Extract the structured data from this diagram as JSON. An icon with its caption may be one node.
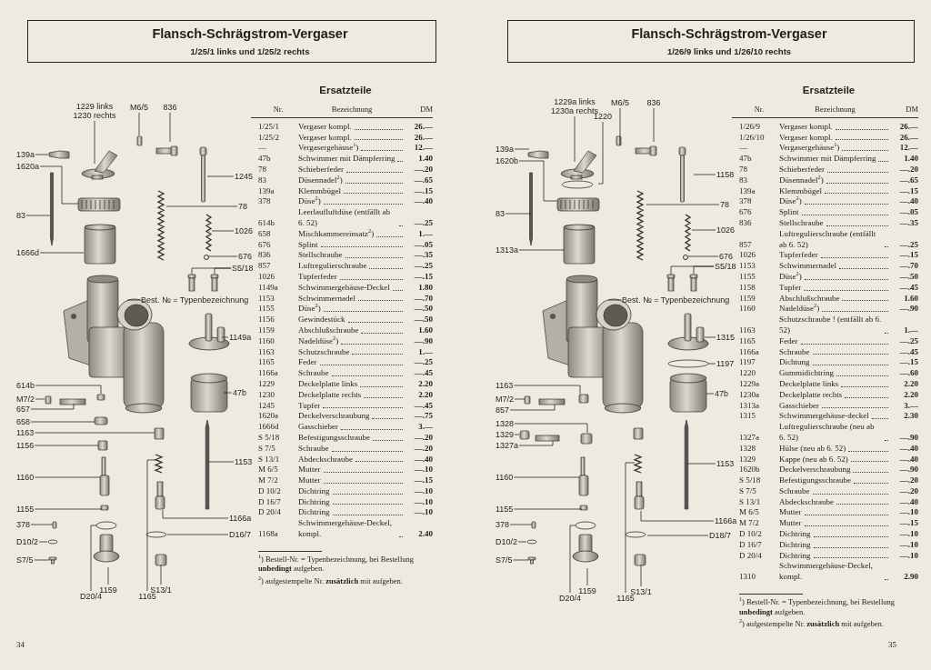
{
  "diagram": {
    "nodes": [
      {
        "text": [
          "Flansch-Schrägstrom-Vergaser",
          "1/25/1 links und 1/25/2 rechts"
        ]
      },
      {
        "text": [
          "Flansch-Schrägstrom-Vergaser",
          "1/26/9 links und 1/26/10 rechts"
        ]
      },
      {
        "text": [
          "1229 links 1230 rechts"
        ]
      },
      {
        "text": [
          "M6/5"
        ]
      },
      {
        "text": [
          "836"
        ]
      },
      {
        "text": [
          "139a"
        ]
      },
      {
        "text": [
          "1620a"
        ]
      },
      {
        "text": [
          "83"
        ]
      },
      {
        "text": [
          "1666d"
        ]
      },
      {
        "text": [
          "1245"
        ]
      },
      {
        "text": [
          "78"
        ]
      },
      {
        "text": [
          "1026"
        ]
      },
      {
        "text": [
          "676"
        ]
      },
      {
        "text": [
          "S5/18"
        ]
      },
      {
        "text": [
          "Best. № = Typenbezeichnung"
        ]
      },
      {
        "text": [
          "1149a"
        ]
      },
      {
        "text": [
          "47b"
        ]
      },
      {
        "text": [
          "1153"
        ]
      },
      {
        "text": [
          "1166a"
        ]
      },
      {
        "text": [
          "D16/7"
        ]
      },
      {
        "text": [
          "614b"
        ]
      },
      {
        "text": [
          "M7/2"
        ]
      },
      {
        "text": [
          "657"
        ]
      },
      {
        "text": [
          "658"
        ]
      },
      {
        "text": [
          "1163"
        ]
      },
      {
        "text": [
          "1156"
        ]
      },
      {
        "text": [
          "1160"
        ]
      },
      {
        "text": [
          "1155"
        ]
      },
      {
        "text": [
          "378"
        ]
      },
      {
        "text": [
          "D10/2"
        ]
      },
      {
        "text": [
          "S7/5"
        ]
      },
      {
        "text": [
          "D20/4"
        ]
      },
      {
        "text": [
          "1159"
        ]
      },
      {
        "text": [
          "1165"
        ]
      },
      {
        "text": [
          "S13/1"
        ]
      },
      {
        "text": [
          "1229a links 1230a rechts"
        ]
      },
      {
        "text": [
          "1220"
        ]
      },
      {
        "text": [
          "M6/5"
        ]
      },
      {
        "text": [
          "836"
        ]
      },
      {
        "text": [
          "139a"
        ]
      },
      {
        "text": [
          "1620b"
        ]
      },
      {
        "text": [
          "83"
        ]
      },
      {
        "text": [
          "1313a"
        ]
      },
      {
        "text": [
          "1158"
        ]
      },
      {
        "text": [
          "78"
        ]
      },
      {
        "text": [
          "1026"
        ]
      },
      {
        "text": [
          "676"
        ]
      },
      {
        "text": [
          "S5/18"
        ]
      },
      {
        "text": [
          "Best. № = Typenbezeichnung"
        ]
      },
      {
        "text": [
          "1315"
        ]
      },
      {
        "text": [
          "1197"
        ]
      },
      {
        "text": [
          "47b"
        ]
      },
      {
        "text": [
          "1153"
        ]
      },
      {
        "text": [
          "1166a"
        ]
      },
      {
        "text": [
          "D18/7"
        ]
      },
      {
        "text": [
          "1163"
        ]
      },
      {
        "text": [
          "M7/2"
        ]
      },
      {
        "text": [
          "857"
        ]
      },
      {
        "text": [
          "1328"
        ]
      },
      {
        "text": [
          "1329"
        ]
      },
      {
        "text": [
          "1327a"
        ]
      },
      {
        "text": [
          "1160"
        ]
      },
      {
        "text": [
          "1155"
        ]
      },
      {
        "text": [
          "378"
        ]
      },
      {
        "text": [
          "D10/2"
        ]
      },
      {
        "text": [
          "S7/5"
        ]
      },
      {
        "text": [
          "D20/4"
        ]
      },
      {
        "text": [
          "1159"
        ]
      },
      {
        "text": [
          "1165"
        ]
      },
      {
        "text": [
          "S13/1"
        ]
      },
      {
        "text": [],
        "shape": "picture"
      },
      {
        "text": [],
        "shape": "picture"
      }
    ],
    "edges": [
      {
        "from": 2,
        "to": 70,
        "arrow": "none"
      },
      {
        "from": 3,
        "to": 70,
        "arrow": "none"
      },
      {
        "from": 4,
        "to": 70,
        "arrow": "none"
      },
      {
        "from": 5,
        "to": 70,
        "arrow": "none"
      },
      {
        "from": 6,
        "to": 70,
        "arrow": "none"
      },
      {
        "from": 7,
        "to": 70,
        "arrow": "none"
      },
      {
        "from": 8,
        "to": 70,
        "arrow": "none"
      },
      {
        "from": 9,
        "to": 70,
        "arrow": "none"
      },
      {
        "from": 10,
        "to": 70,
        "arrow": "none"
      },
      {
        "from": 11,
        "to": 70,
        "arrow": "none"
      },
      {
        "from": 12,
        "to": 70,
        "arrow": "none"
      },
      {
        "from": 13,
        "to": 70,
        "arrow": "none"
      },
      {
        "from": 13,
        "to": 70,
        "arrow": "none"
      },
      {
        "from": 14,
        "to": 70,
        "arrow": "none"
      },
      {
        "from": 15,
        "to": 70,
        "arrow": "none"
      },
      {
        "from": 16,
        "to": 70,
        "arrow": "none"
      },
      {
        "from": 17,
        "to": 70,
        "arrow": "none"
      },
      {
        "from": 18,
        "to": 70,
        "arrow": "none"
      },
      {
        "from": 19,
        "to": 70,
        "arrow": "none"
      },
      {
        "from": 20,
        "to": 70,
        "arrow": "none"
      },
      {
        "from": 21,
        "to": 70,
        "arrow": "none"
      },
      {
        "from": 22,
        "to": 70,
        "arrow": "none"
      },
      {
        "from": 23,
        "to": 70,
        "arrow": "none"
      },
      {
        "from": 24,
        "to": 70,
        "arrow": "none"
      },
      {
        "from": 25,
        "to": 70,
        "arrow": "none"
      },
      {
        "from": 26,
        "to": 70,
        "arrow": "none"
      },
      {
        "from": 27,
        "to": 70,
        "arrow": "none"
      },
      {
        "from": 28,
        "to": 70,
        "arrow": "none"
      },
      {
        "from": 29,
        "to": 70,
        "arrow": "none"
      },
      {
        "from": 30,
        "to": 70,
        "arrow": "none"
      },
      {
        "from": 31,
        "to": 70,
        "arrow": "none"
      },
      {
        "from": 32,
        "to": 70,
        "arrow": "none"
      },
      {
        "from": 33,
        "to": 70,
        "arrow": "none"
      },
      {
        "from": 34,
        "to": 70,
        "arrow": "none"
      },
      {
        "from": 35,
        "to": 71,
        "arrow": "none"
      },
      {
        "from": 36,
        "to": 71,
        "arrow": "none"
      },
      {
        "from": 37,
        "to": 71,
        "arrow": "none"
      },
      {
        "from": 38,
        "to": 71,
        "arrow": "none"
      },
      {
        "from": 39,
        "to": 71,
        "arrow": "none"
      },
      {
        "from": 40,
        "to": 71,
        "arrow": "none"
      },
      {
        "from": 41,
        "to": 71,
        "arrow": "none"
      },
      {
        "from": 42,
        "to": 71,
        "arrow": "none"
      },
      {
        "from": 43,
        "to": 71,
        "arrow": "none"
      },
      {
        "from": 44,
        "to": 71,
        "arrow": "none"
      },
      {
        "from": 45,
        "to": 71,
        "arrow": "none"
      },
      {
        "from": 46,
        "to": 71,
        "arrow": "none"
      },
      {
        "from": 47,
        "to": 71,
        "arrow": "none"
      },
      {
        "from": 47,
        "to": 71,
        "arrow": "none"
      },
      {
        "from": 48,
        "to": 71,
        "arrow": "none"
      },
      {
        "from": 49,
        "to": 71,
        "arrow": "none"
      },
      {
        "from": 50,
        "to": 71,
        "arrow": "none"
      },
      {
        "from": 51,
        "to": 71,
        "arrow": "none"
      },
      {
        "from": 52,
        "to": 71,
        "arrow": "none"
      },
      {
        "from": 53,
        "to": 71,
        "arrow": "none"
      },
      {
        "from": 54,
        "to": 71,
        "arrow": "none"
      },
      {
        "from": 55,
        "to": 71,
        "arrow": "none"
      },
      {
        "from": 56,
        "to": 71,
        "arrow": "none"
      },
      {
        "from": 57,
        "to": 71,
        "arrow": "none"
      },
      {
        "from": 58,
        "to": 71,
        "arrow": "none"
      },
      {
        "from": 59,
        "to": 71,
        "arrow": "none"
      },
      {
        "from": 60,
        "to": 71,
        "arrow": "none"
      },
      {
        "from": 61,
        "to": 71,
        "arrow": "none"
      },
      {
        "from": 62,
        "to": 71,
        "arrow": "none"
      },
      {
        "from": 63,
        "to": 71,
        "arrow": "none"
      },
      {
        "from": 64,
        "to": 71,
        "arrow": "none"
      },
      {
        "from": 65,
        "to": 71,
        "arrow": "none"
      },
      {
        "from": 66,
        "to": 71,
        "arrow": "none"
      },
      {
        "from": 67,
        "to": 71,
        "arrow": "none"
      },
      {
        "from": 68,
        "to": 71,
        "arrow": "none"
      },
      {
        "from": 69,
        "to": 71,
        "arrow": "none"
      }
    ],
    "labels": [
      "Ersatzteile",
      "Nr.",
      "Bezeichnung",
      "DM",
      "1/25/1",
      "Vergaser kompl.",
      "26.—",
      "1/25/2",
      "Vergaser kompl.",
      "26.—",
      "—",
      "Vergasergehäuse$^{1}$)",
      "12.—",
      "47b",
      "Schwimmer mit Dämpferring",
      "1.40",
      "78",
      "Schieberfeder",
      "—.20",
      "83",
      "Düsennadel$^{2}$)",
      "—.65",
      "139a",
      "Klemmbügel",
      "—.15",
      "378",
      "Düse$^{2}$)",
      "—.40",
      "614b",
      "Leerlaufluftdüse (entfällt ab 6. 52)",
      "—.25",
      "658",
      "Mischkammereinsatz$^{2}$)",
      "1.—",
      "676",
      "Splint",
      "—.05",
      "836",
      "Stellschraube",
      "—.35",
      "857",
      "Luftregulierschraube",
      "—.25",
      "1026",
      "Tupferfeder",
      "—.15",
      "1149a",
      "Schwimmergehäuse-Deckel",
      "1.80",
      "1153",
      "Schwimmernadel",
      "—.70",
      "1155",
      "Düse$^{2}$)",
      "—.50",
      "1156",
      "Gewindestück",
      "—.50",
      "1159",
      "Abschlußschraube",
      "1.60",
      "1160",
      "Nadeldüse$^{2}$)",
      "—.90",
      "1163",
      "Schutzschraube",
      "1.—",
      "1165",
      "Feder",
      "—.25",
      "1166a",
      "Schraube",
      "—.45",
      "1229",
      "Deckelplatte links",
      "2.20",
      "1230",
      "Deckelplatte rechts",
      "2.20",
      "1245",
      "Tupfer",
      "—.45",
      "1620a",
      "Deckelverschraubung",
      "—.75",
      "1666d",
      "Gasschieber",
      "3.—",
      "S 5/18",
      "Befestigungsschraube",
      "—.20",
      "S 7/5",
      "Schraube",
      "—.20",
      "S 13/1",
      "Abdeckschraube",
      "—.40",
      "M 6/5",
      "Mutter",
      "—.10",
      "M 7/2",
      "Mutter",
      "—.15",
      "D 10/2",
      "Dichtring",
      "—.10",
      "D 16/7",
      "Dichtring",
      "—.10",
      "D 20/4",
      "Dichtring",
      "—.10",
      "1168a",
      "Schwimmergehäuse-Deckel, kompl.",
      "2.40",
      "$^{1}$) Bestell-Nr. = Typenbezeichnung, bei Bestellung **unbedingt** aufgeben.",
      "$^{2}$) aufgestempelte Nr. **zusätzlich** mit aufgeben.",
      "34",
      "Ersatzteile",
      "Nr.",
      "Bezeichnung",
      "DM",
      "1/26/9",
      "Vergaser kompl.",
      "26.—",
      "1/26/10",
      "Vergaser kompl.",
      "26.—",
      "—",
      "Vergasergehäuse$^{1}$)",
      "12.—",
      "47b",
      "Schwimmer mit Dämpferring",
      "1.40",
      "78",
      "Schieberfeder",
      "—.20",
      "83",
      "Düsennadel$^{2}$)",
      "—.65",
      "139a",
      "Klemmbügel",
      "—.15",
      "378",
      "Düse$^{2}$)",
      "—.40",
      "676",
      "Splint",
      "—.05",
      "836",
      "Stellschraube",
      "—.35",
      "857",
      "Luftregulierschraube (entfällt ab 6. 52)",
      "—.25",
      "1026",
      "Tupferfeder",
      "—.15",
      "1153",
      "Schwimmernadel",
      "—.70",
      "1155",
      "Düse$^{2}$)",
      "—.50",
      "1158",
      "Tupfer",
      "—.45",
      "1159",
      "Abschlußschraube",
      "1.60",
      "1160",
      "Nadeldüse$^{2}$)",
      "—.90",
      "1163",
      "Schutzschraube ! (entfällt ab 6. 52)",
      "1.—",
      "1165",
      "Feder",
      "—.25",
      "1166a",
      "Schraube",
      "—.45",
      "1197",
      "Dichtung",
      "—.15",
      "1220",
      "Gummidichtring",
      "—.60",
      "1229a",
      "Deckelplatte links",
      "2.20",
      "1230a",
      "Deckelplatte rechts",
      "2.20",
      "1313a",
      "Gasschieber",
      "3.—",
      "1315",
      "Schwimmergehäuse-deckel",
      "2.30",
      "1327a",
      "Luftregulierschraube (neu ab 6. 52)",
      "—.90",
      "1328",
      "Hülse (neu ab 6. 52)",
      "—.40",
      "1329",
      "Kappe (neu ab 6. 52)",
      "—.40",
      "1620b",
      "Deckelverschraubung",
      "—.90",
      "S 5/18",
      "Befestigungsschraube",
      "—.20",
      "S 7/5",
      "Schraube",
      "—.20",
      "S 13/1",
      "Abdeckschraube",
      "—.40",
      "M 6/5",
      "Mutter",
      "—.10",
      "M 7/2",
      "Mutter",
      "—.15",
      "D 10/2",
      "Dichtring",
      "—.10",
      "D 16/7",
      "Dichtring",
      "—.10",
      "D 20/4",
      "Dichtring",
      "—.10",
      "1310",
      "Schwimmergehäuse-Deckel, kompl.",
      "2.90",
      "$^{1}$) Bestell-Nr. = Typenbezeichnung, bei Bestellung **unbedingt** aufgeben.",
      "$^{2}$) aufgestempelte Nr. **zusätzlich** mit aufgeben.",
      "35"
    ]
  }
}
